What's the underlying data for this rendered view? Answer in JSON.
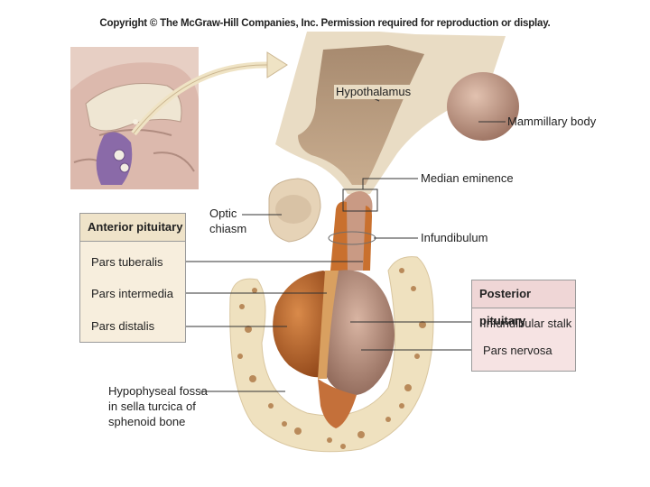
{
  "copyright": "Copyright © The McGraw-Hill Companies, Inc. Permission required for reproduction or display.",
  "labels": {
    "hypothalamus": "Hypothalamus",
    "mammillary_body": "Mammillary body",
    "median_eminence": "Median eminence",
    "infundibulum": "Infundibulum",
    "optic_chiasm": [
      "Optic",
      "chiasm"
    ],
    "hypophyseal_fossa": [
      "Hypophyseal fossa",
      "in sella turcica of",
      "sphenoid bone"
    ]
  },
  "anterior_pituitary": {
    "title": "Anterior pituitary",
    "items": [
      "Pars tuberalis",
      "Pars intermedia",
      "Pars distalis"
    ]
  },
  "posterior_pituitary": {
    "title": "Posterior pituitary",
    "items": [
      "Infundibular stalk",
      "Pars nervosa"
    ]
  },
  "colors": {
    "hypothalamus": "#c4a88a",
    "anterior_lobe": "#b5652a",
    "posterior_lobe": "#b08a78",
    "bone": "#efe1bf",
    "anterior_box": "#f7eedd",
    "posterior_box": "#f6e3e3"
  }
}
